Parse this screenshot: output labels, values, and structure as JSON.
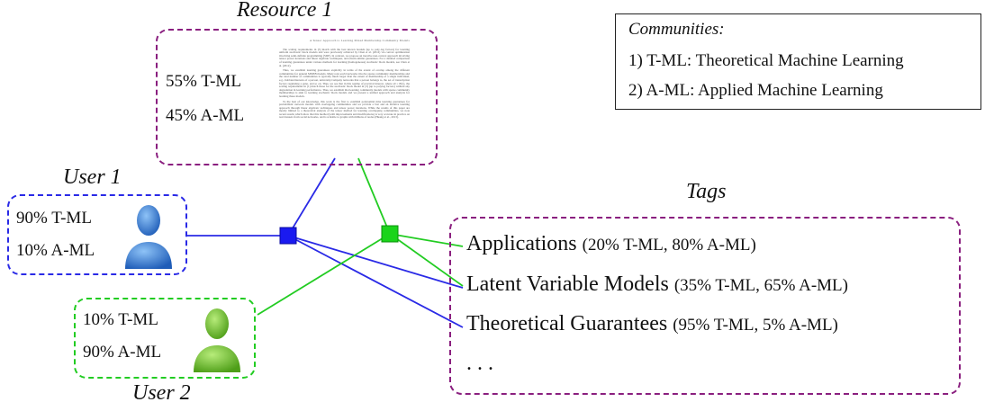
{
  "resource": {
    "title": "Resource 1",
    "pct_tml": "55% T-ML",
    "pct_aml": "45% A-ML",
    "paper": {
      "header": "A Tensor Approach to Learning Mixed Membership Community Models",
      "paragraphs": [
        "The scaling requirements in [3] match with the best known bounds (up to poly-log factors) for learning uniform stochastic block models and were previously achieved by Chen et al. (2012) via convex optimization involving semi-definite programming (SDP). In contrast, we propose an iterative non-convex approach involving tensor power iterations and linear algebraic techniques, and obtain similar guarantees. For a detailed comparison of learning guarantees under various methods for learning (homogeneous) stochastic block models, see Chen et al. (2012).",
        "Thus, we establish learning guarantees explicitly in terms of the extent of overlap among the different communities for general MMSB models. Many real-world networks involve sparse community memberships and the total number of communities is typically much larger than the extent of membership of a single individual, e.g., hobbies/interests of a person, university/company networks that a person belongs to, the set of transcription factors regulating a gene, and so on. Thus, we see that in this regime of practical interest, where a0 = Θ(1), the scaling requirements in [1] match those for the stochastic block model in [3] (up to polylog factors) without any degradation in learning performance. Thus, we establish that learning community models with sparse community memberships is akin to learning stochastic block models and we present a unified approach and analysis for learning these models.",
        "To the best of our knowledge, this work is the first to establish polynomial time learning guarantees for probabilistic network models with overlapping communities and we provide a fast and an iterative learning approach through linear algebraic techniques and tensor power iterations. While the results of this paper are mostly limited to a theoretical analysis of the tensor method for learning overlapping communities, we note recent results which show that this method (with improvements and modifications) is very accurate in practice on real datasets from social networks, and is scalable to graphs with millions of nodes (Huang et al., 2013)."
      ]
    }
  },
  "user1": {
    "title": "User 1",
    "pct_tml": "90% T-ML",
    "pct_aml": "10% A-ML"
  },
  "user2": {
    "title": "User 2",
    "pct_tml": "10% T-ML",
    "pct_aml": "90% A-ML"
  },
  "legend": {
    "heading": "Communities:",
    "items": [
      "1) T-ML: Theoretical Machine Learning",
      "2) A-ML: Applied Machine Learning"
    ]
  },
  "tags": {
    "title": "Tags",
    "items": [
      {
        "name": "Applications",
        "pct": "(20% T-ML, 80% A-ML)"
      },
      {
        "name": "Latent Variable Models",
        "pct": "(35% T-ML, 65% A-ML)"
      },
      {
        "name": "Theoretical Guarantees",
        "pct": "(95% T-ML, 5% A-ML)"
      }
    ],
    "ellipsis": ". . ."
  },
  "colors": {
    "purple": "#8a1f7f",
    "blue": "#2a2ae6",
    "green": "#22cc22",
    "user_blue": "#3a7fd6",
    "user_green": "#6fbf2a"
  },
  "icons": [
    "user-blue-icon",
    "user-green-icon"
  ]
}
